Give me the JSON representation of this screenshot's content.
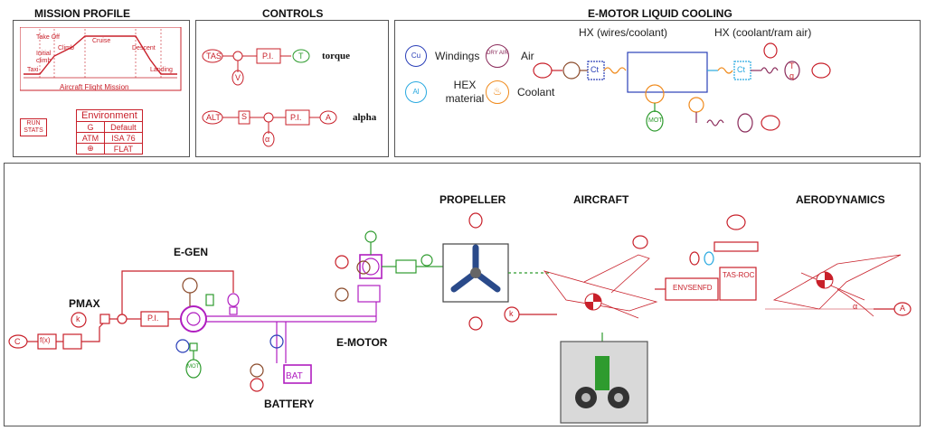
{
  "colors": {
    "red": "#c8202a",
    "green": "#2e9b2e",
    "magenta": "#b01ec0",
    "brown": "#8a4a2a",
    "blue": "#2a3fb8",
    "cyan": "#29a9e0",
    "orange": "#f08a1c",
    "gray_bg": "#d9d9d9"
  },
  "mission": {
    "title": "MISSION PROFILE",
    "phases": [
      "Take Off",
      "Initial climb",
      "Climb",
      "Cruise",
      "Descent",
      "Taxi",
      "Landing"
    ],
    "caption": "Aircraft Flight Mission",
    "run_stats": "RUN STATS",
    "environment": {
      "header": "Environment",
      "rows": [
        [
          "G",
          "Default"
        ],
        [
          "ATM",
          "ISA 76"
        ],
        [
          "",
          "FLAT"
        ]
      ]
    }
  },
  "controls": {
    "title": "CONTROLS",
    "row1": {
      "input": "TAS",
      "block": "P.I.",
      "out_block": "T",
      "output": "torque"
    },
    "row2": {
      "input": "ALT",
      "gain": "S",
      "block": "P.I.",
      "out_block": "A",
      "output": "alpha"
    },
    "feedback_labels": [
      "V",
      "α"
    ]
  },
  "cooling": {
    "title": "E-MOTOR LIQUID COOLING",
    "legend": {
      "windings": {
        "sym": "Cu",
        "label": "Windings"
      },
      "air": {
        "sym": "DRY AIR",
        "label": "Air"
      },
      "hex": {
        "sym": "Al",
        "label": "HEX material"
      },
      "coolant": {
        "label": "Coolant"
      }
    },
    "hx1": "HX (wires/coolant)",
    "hx2": "HX (coolant/ram air)",
    "node_labels": [
      "Ct",
      "Ct",
      "MOT",
      "T",
      "q"
    ]
  },
  "main": {
    "pmax": "PMAX",
    "egen": "E-GEN",
    "emotor": "E-MOTOR",
    "battery": "BATTERY",
    "propeller": "PROPELLER",
    "aircraft": "AIRCRAFT",
    "aerodynamics": "AERODYNAMICS",
    "bat_label": "BAT",
    "envsenfd": "ENVSENFD",
    "tasroc": "TAS-ROC",
    "pi": "P.I.",
    "k": "k",
    "fx": "f(x)",
    "mot": "MOT",
    "alpha": "α",
    "A": "A",
    "C": "C"
  }
}
